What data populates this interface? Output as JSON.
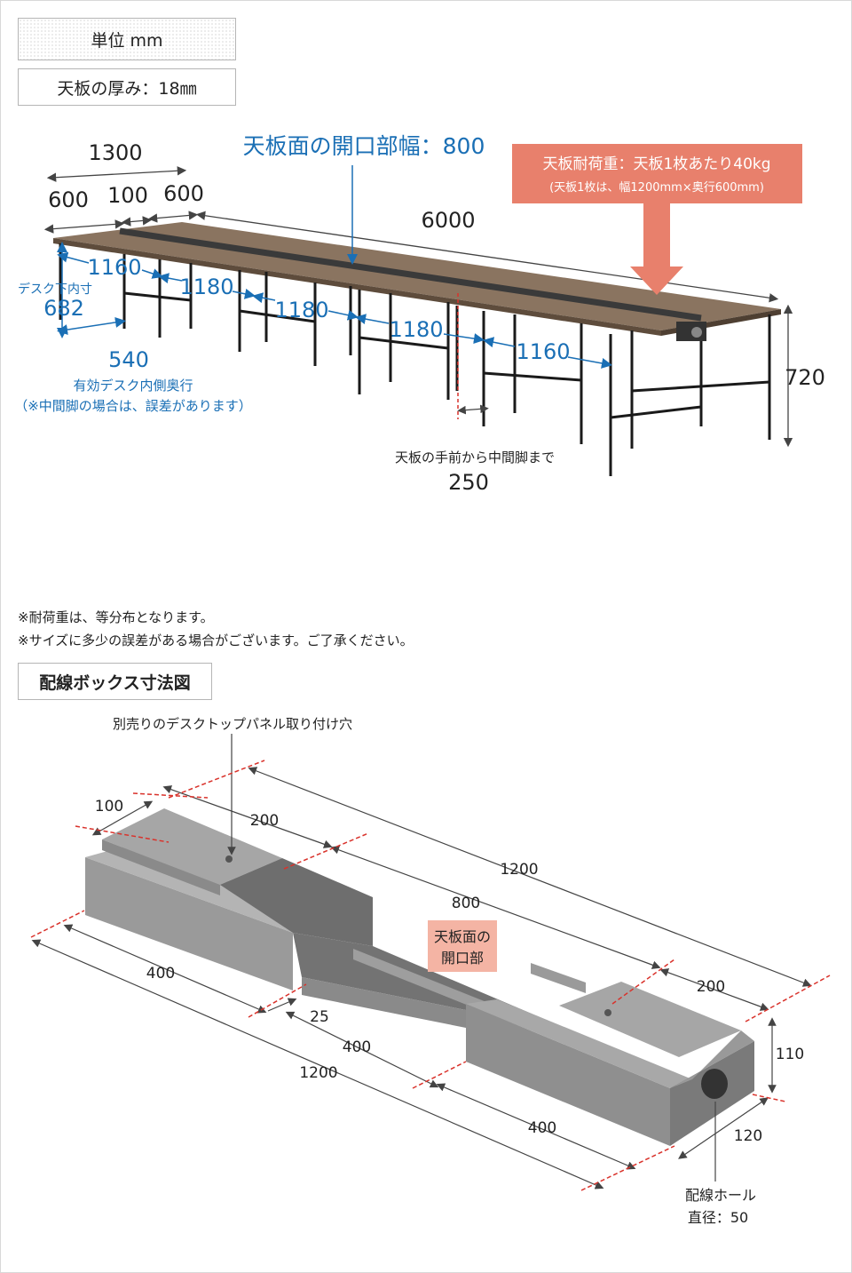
{
  "header": {
    "unit_label": "単位 mm",
    "thickness_label": "天板の厚み：18㎜"
  },
  "desk": {
    "total_depth": "1300",
    "top_depth_left": "600",
    "opening_depth": "100",
    "top_depth_right": "600",
    "total_length": "6000",
    "height": "720",
    "opening_width_label": "天板面の開口部幅：800",
    "load_callout_line1": "天板耐荷重：天板1枚あたり40kg",
    "load_callout_line2": "(天板1枚は、幅1200mm×奥行600mm)",
    "leg_spacing_1": "1160",
    "leg_spacing_2": "1180",
    "leg_spacing_3": "1180",
    "leg_spacing_4": "1180",
    "leg_spacing_5": "1160",
    "under_desk_label": "デスク下内寸",
    "under_desk_value": "682",
    "inner_depth_value": "540",
    "inner_depth_label": "有効デスク内側奥行",
    "inner_depth_note": "（※中間脚の場合は、誤差があります）",
    "mid_leg_label": "天板の手前から中間脚まで",
    "mid_leg_value": "250"
  },
  "notes": {
    "line1": "※耐荷重は、等分布となります。",
    "line2": "※サイズに多少の誤差がある場合がございます。ご了承ください。"
  },
  "wiring_box": {
    "title": "配線ボックス寸法図",
    "panel_hole_label": "別売りのデスクトップパネル取り付け穴",
    "dim_100": "100",
    "dim_200_top": "200",
    "dim_1200_top": "1200",
    "dim_800": "800",
    "dim_200_right": "200",
    "dim_110": "110",
    "dim_120": "120",
    "dim_400_a": "400",
    "dim_25": "25",
    "dim_400_b": "400",
    "dim_1200_bottom": "1200",
    "dim_400_c": "400",
    "opening_label_1": "天板面の",
    "opening_label_2": "開口部",
    "hole_label_1": "配線ホール",
    "hole_label_2": "直径：50"
  },
  "colors": {
    "accent_blue": "#1a6fb5",
    "callout_salmon": "#e8806c",
    "wood": "#8a7460",
    "box_gray": "#8c8c8c",
    "dim_red": "#d9322b",
    "opening_pink": "#f4b4a4"
  }
}
